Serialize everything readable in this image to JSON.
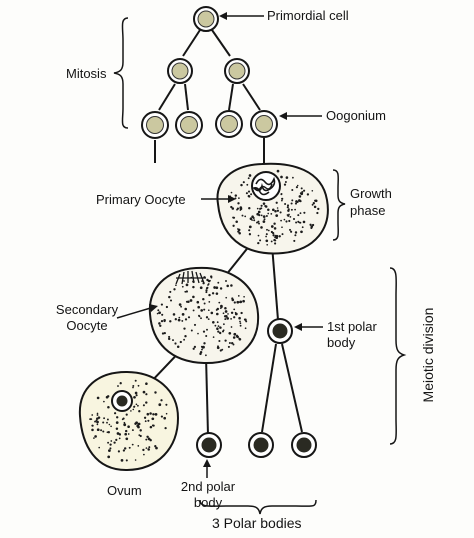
{
  "diagram": {
    "labels": {
      "primordial_cell": "Primordial cell",
      "mitosis": "Mitosis",
      "oogonium": "Oogonium",
      "primary_oocyte": "Primary Oocyte",
      "growth_phase_line1": "Growth",
      "growth_phase_line2": "phase",
      "secondary_oocyte_line1": "Secondary",
      "secondary_oocyte_line2": "Oocyte",
      "first_polar_body_line1": "1st polar",
      "first_polar_body_line2": "body",
      "meiotic_division": "Meiotic division",
      "ovum": "Ovum",
      "second_polar_body_line1": "2nd polar",
      "second_polar_body_line2": "body",
      "three_polar_bodies": "3 Polar bodies"
    },
    "colors": {
      "ink": "#141414",
      "cell_fill": "#f4f1e6",
      "nucleus_fill": "#c9c69c",
      "polar_fill": "#2a2a22",
      "ovum_tint": "#f2edc6"
    }
  }
}
